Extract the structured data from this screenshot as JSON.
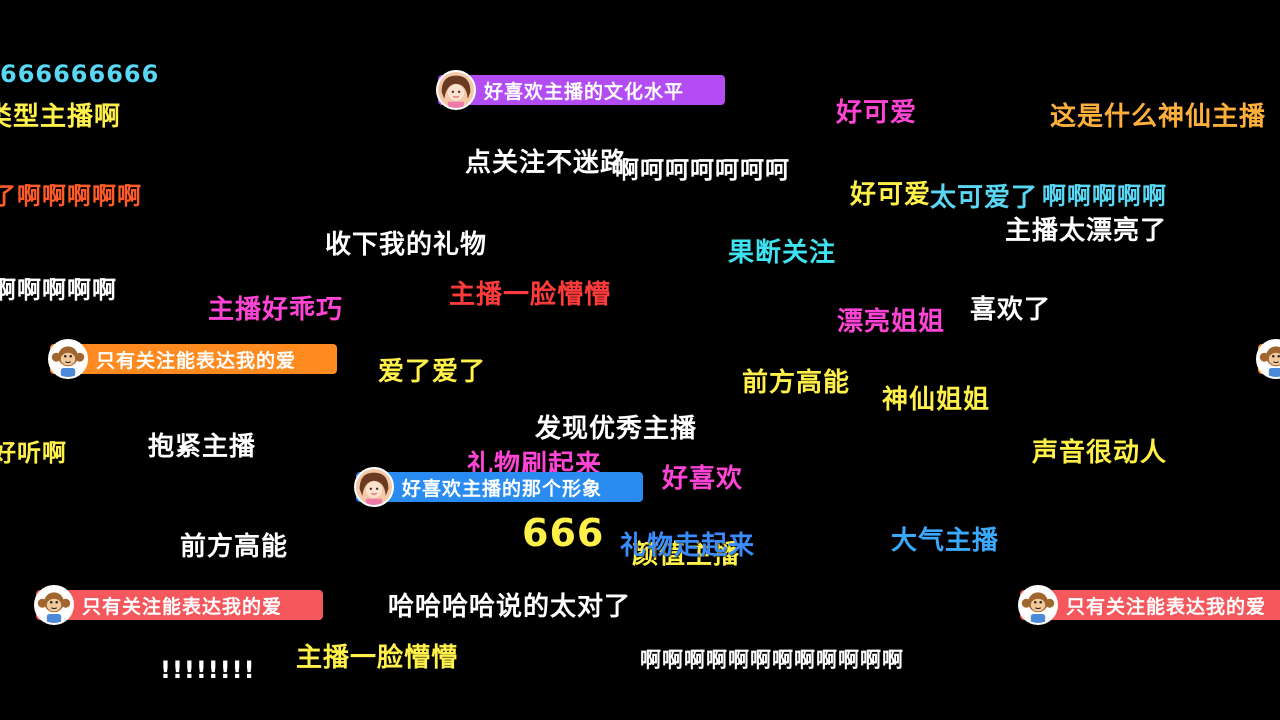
{
  "danmaku": [
    {
      "text": "666666666",
      "color": "#5ad7f5"
    },
    {
      "text": "类型主播啊",
      "color": "#fff04a"
    },
    {
      "text": "了啊啊啊啊啊",
      "color": "#ff5a2a"
    },
    {
      "text": "啊啊啊啊啊",
      "color": "#ffffff"
    },
    {
      "text": "好可爱",
      "color": "#ff44d6"
    },
    {
      "text": "这是什么神仙主播",
      "color": "#ffb03a"
    },
    {
      "text": "点关注不迷路",
      "color": "#ffffff"
    },
    {
      "text": "啊呵呵呵呵呵呵",
      "color": "#ffffff"
    },
    {
      "text": "好可爱",
      "color": "#fff04a"
    },
    {
      "text": "太可爱了",
      "color": "#5ad7f5"
    },
    {
      "text": "啊啊啊啊啊",
      "color": "#5ad7f5"
    },
    {
      "text": "主播太漂亮了",
      "color": "#ffffff"
    },
    {
      "text": "收下我的礼物",
      "color": "#ffffff"
    },
    {
      "text": "果断关注",
      "color": "#3fe2f0"
    },
    {
      "text": "主播好乖巧",
      "color": "#ff44d6"
    },
    {
      "text": "主播一脸懵懵",
      "color": "#ff3b3b"
    },
    {
      "text": "漂亮姐姐",
      "color": "#ff44d6"
    },
    {
      "text": "喜欢了",
      "color": "#ffffff"
    },
    {
      "text": "爱了爱了",
      "color": "#fff04a"
    },
    {
      "text": "前方高能",
      "color": "#fff04a"
    },
    {
      "text": "神仙姐姐",
      "color": "#fff04a"
    },
    {
      "text": "发现优秀主播",
      "color": "#ffffff"
    },
    {
      "text": "好听啊",
      "color": "#fff04a"
    },
    {
      "text": "抱紧主播",
      "color": "#ffffff"
    },
    {
      "text": "声音很动人",
      "color": "#fff04a"
    },
    {
      "text": "礼物刷起来",
      "color": "#ff44d6"
    },
    {
      "text": "好喜欢",
      "color": "#ff44d6"
    },
    {
      "text": "666",
      "color": "#fff04a"
    },
    {
      "text": "颜值主播",
      "color": "#fff04a"
    },
    {
      "text": "礼物走起来",
      "color": "#3a8cff"
    },
    {
      "text": "大气主播",
      "color": "#3aaaff"
    },
    {
      "text": "前方高能",
      "color": "#ffffff"
    },
    {
      "text": "哈哈哈哈说的太对了",
      "color": "#ffffff"
    },
    {
      "text": "主播一脸懵懵",
      "color": "#fff04a"
    },
    {
      "text": "!!!!!!!!",
      "color": "#ffffff"
    },
    {
      "text": "啊啊啊啊啊啊啊啊啊啊啊啊",
      "color": "#ffffff"
    }
  ],
  "badges": [
    {
      "text": "好喜欢主播的文化水平",
      "color": "#b34cf2",
      "avatar": "girl-avatar-icon"
    },
    {
      "text": "只有关注能表达我的爱",
      "color": "#ff8a1f",
      "avatar": "monkey-avatar-icon"
    },
    {
      "text": "好喜欢主播的那个形象",
      "color": "#2a8cf0",
      "avatar": "girl-avatar-icon"
    },
    {
      "text": "只有关注能表达我的爱",
      "color": "#f4585c",
      "avatar": "monkey-avatar-icon"
    },
    {
      "text": "只有关注能表达我的爱",
      "color": "#f4585c",
      "avatar": "monkey-avatar-icon"
    },
    {
      "text": "",
      "color": "#ff8a1f",
      "avatar": "monkey-avatar-icon"
    }
  ]
}
